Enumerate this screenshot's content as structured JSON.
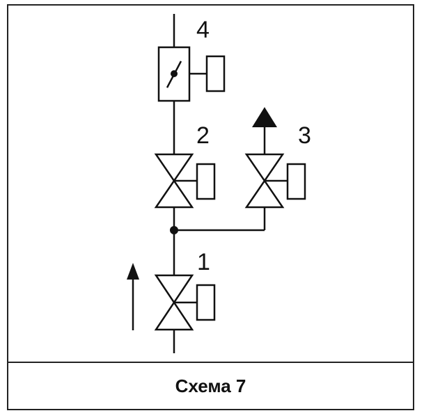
{
  "caption": "Схема 7",
  "labels": {
    "n1": "1",
    "n2": "2",
    "n3": "3",
    "n4": "4"
  },
  "colors": {
    "line": "#111111",
    "border": "#222222",
    "background": "#ffffff"
  }
}
